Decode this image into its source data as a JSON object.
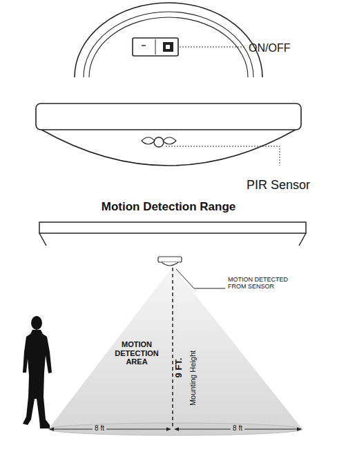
{
  "diagram": {
    "title": "Motion Detection Range",
    "labels": [
      "ON/OFF",
      "PIR Sensor",
      "MOTION DETECTED FROM SENSOR",
      "MOTION DETECTION AREA",
      "9 FT.",
      "Mounting Height",
      "8 ft",
      "8 ft"
    ]
  }
}
